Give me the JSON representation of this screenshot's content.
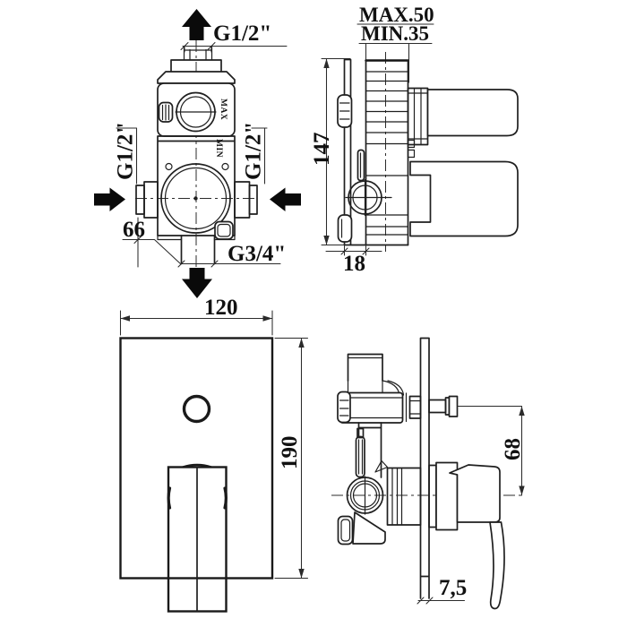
{
  "drawing": {
    "views": {
      "valve_front": {
        "labels": {
          "outlet_top": "G1/2\"",
          "inlet_left": "G1/2\"",
          "inlet_right": "G1/2\"",
          "outlet_bottom": "G3/4\"",
          "dim_offset": "66",
          "cartridge_max": "MAX",
          "cartridge_min": "MIN"
        }
      },
      "valve_side": {
        "labels": {
          "depth_max": "MAX.50",
          "depth_min": "MIN.35",
          "dim_height": "147",
          "dim_depth": "18"
        }
      },
      "trim_front": {
        "labels": {
          "dim_width": "120",
          "dim_height": "190"
        }
      },
      "trim_side": {
        "labels": {
          "dim_button_to_center": "68",
          "dim_plate_thickness": "7,5"
        }
      }
    },
    "colors": {
      "background": "#ffffff",
      "line": "#1f1f1f",
      "dimension_line": "#2b2b2b",
      "text": "#111111",
      "arrow_fill": "#0a0a0a"
    }
  }
}
